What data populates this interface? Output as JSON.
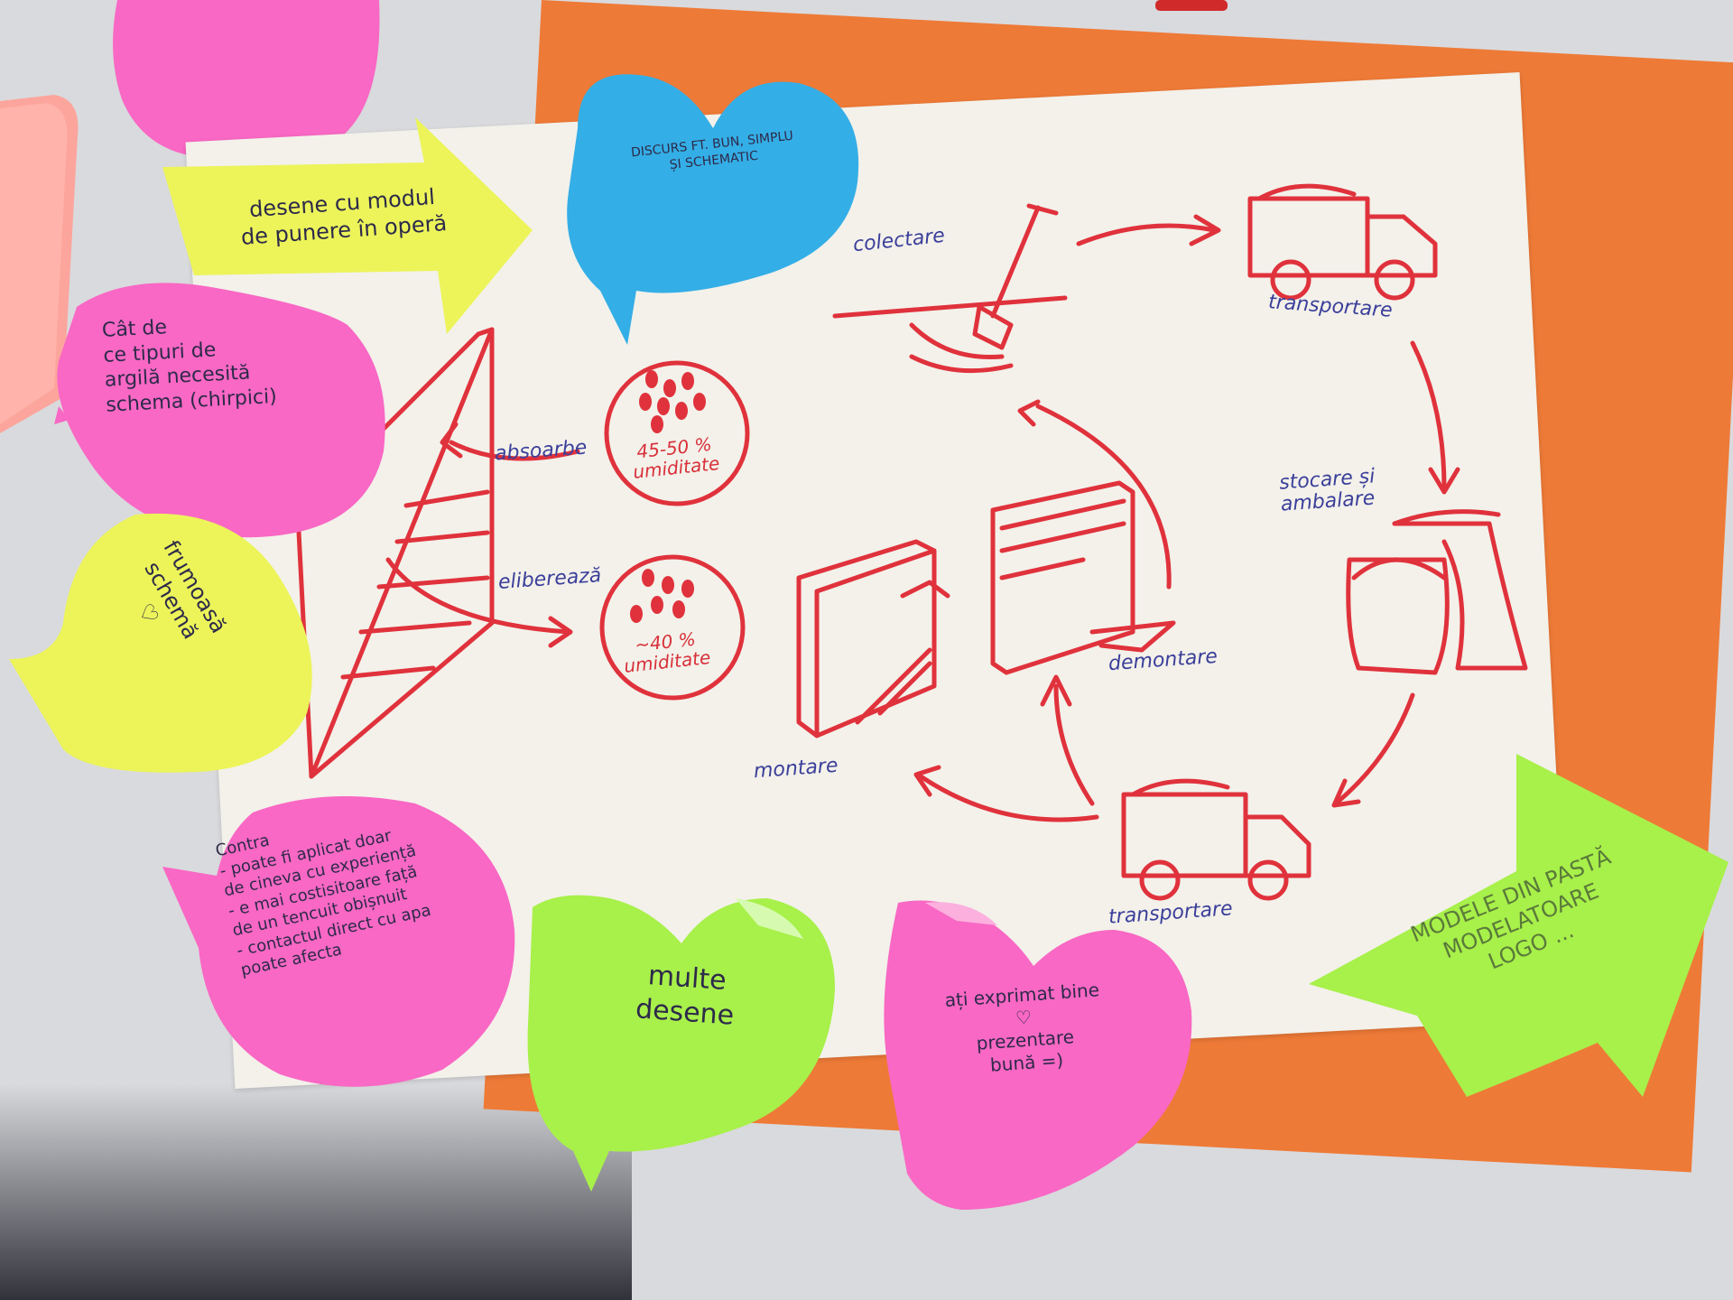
{
  "colors": {
    "table": "#d9dadd",
    "orange": "#ee7a37",
    "paper": "#f3f1ea",
    "ink_red": "#e0323c",
    "ink_blue": "#3b3f9a",
    "note_pink": "#f968c4",
    "note_yellow": "#ecf45a",
    "note_blue": "#34aee6",
    "note_green": "#a8f04a",
    "note_peach": "#fca59c"
  },
  "diagram": {
    "labels": {
      "colectare": "colectare",
      "transport_top": "transportare",
      "stocare": "stocare și\nambalare",
      "transport_bottom": "transportare",
      "demontare": "demontare",
      "montare": "montare",
      "absoarbe": "absoarbe",
      "elibereaza": "eliberează",
      "humidity_high": "45-50 %\numiditate",
      "humidity_low": "~40 %\numiditate"
    }
  },
  "notes": {
    "yellow_arrow": "desene cu modul\nde punere în operă",
    "blue_heart": "DISCURS FT. BUN, SIMPLU\nȘI SCHEMATIC",
    "pink_left": "Cât de\nce tipuri de\nargilă necesită\nschema (chirpici)",
    "yellow_speech": "frumoasă\nschemă\n♡",
    "pink_contra": "Contra\n- poate fi aplicat doar\nde cineva cu experiență\n- e mai costisitoare față\nde un tencuit obișnuit\n- contactul direct cu apa\npoate afecta",
    "green_heart": "multe\ndesene",
    "pink_heart": "ați exprimat bine\n♡\nprezentare\nbună =)",
    "green_arrow": "MODELE DIN PASTĂ\nMODELATOARE\nLOGO ..."
  }
}
